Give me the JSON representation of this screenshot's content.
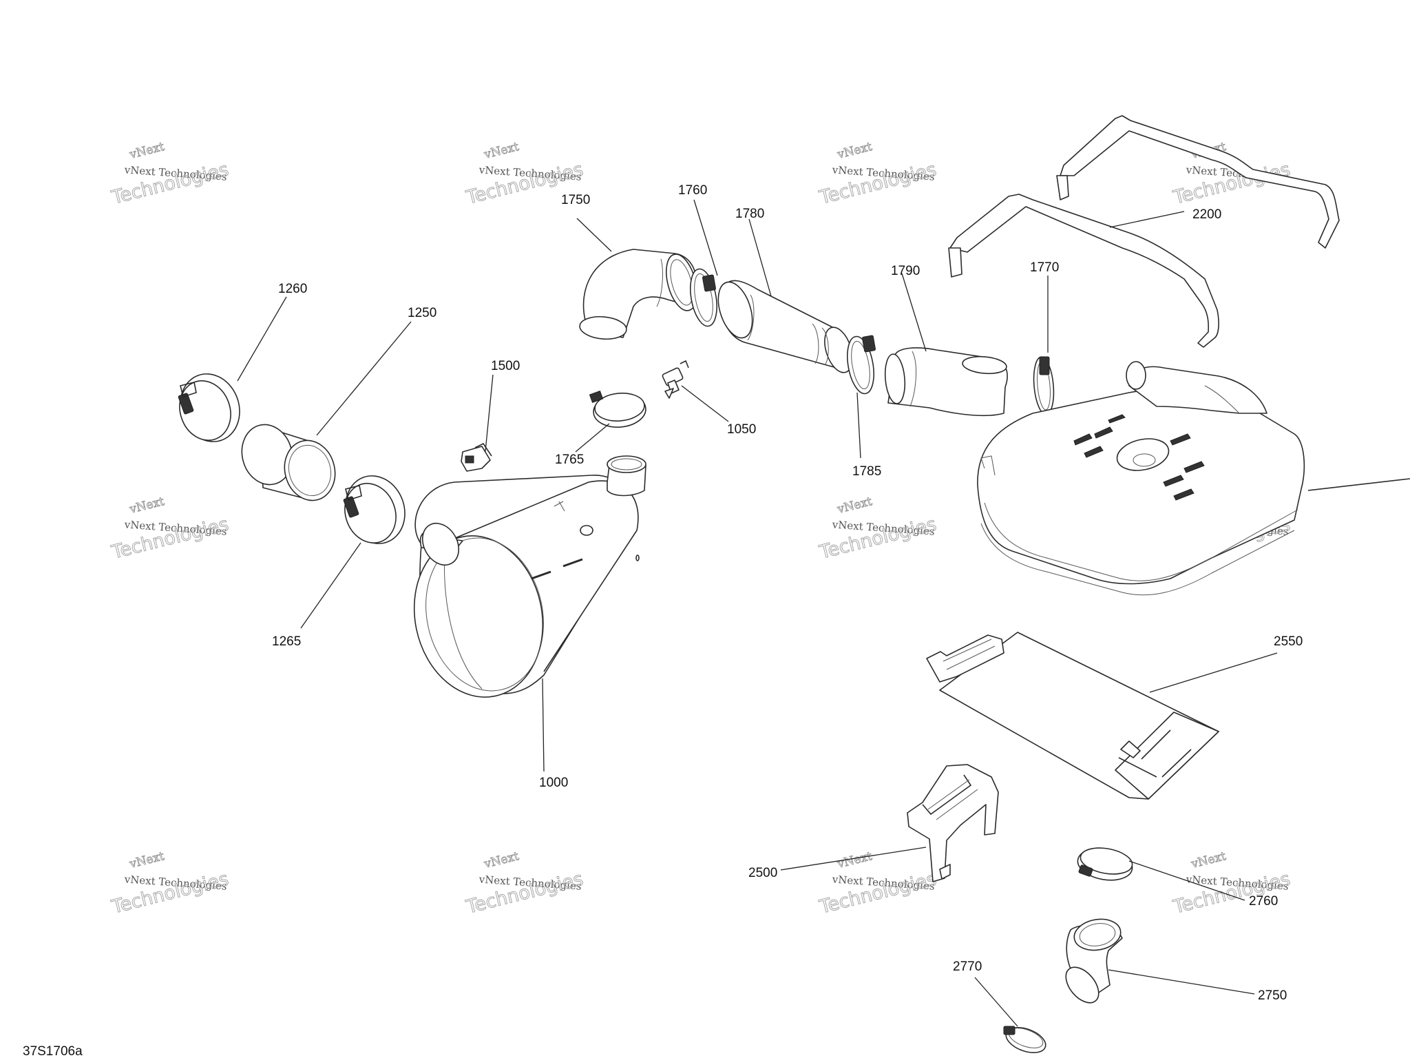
{
  "reference_code": "37S1706a",
  "watermark": {
    "top": "vNext",
    "middle": "vNext Technologies",
    "bottom": "Technologies"
  },
  "callouts": {
    "c1000": "1000",
    "c1050": "1050",
    "c1250": "1250",
    "c1260": "1260",
    "c1265": "1265",
    "c1500": "1500",
    "c1750": "1750",
    "c1760": "1760",
    "c1765": "1765",
    "c1770": "1770",
    "c1780": "1780",
    "c1785": "1785",
    "c1790": "1790",
    "c2200": "2200",
    "c2500": "2500",
    "c2550": "2550",
    "c2750": "2750",
    "c2760": "2760",
    "c2770": "2770"
  }
}
